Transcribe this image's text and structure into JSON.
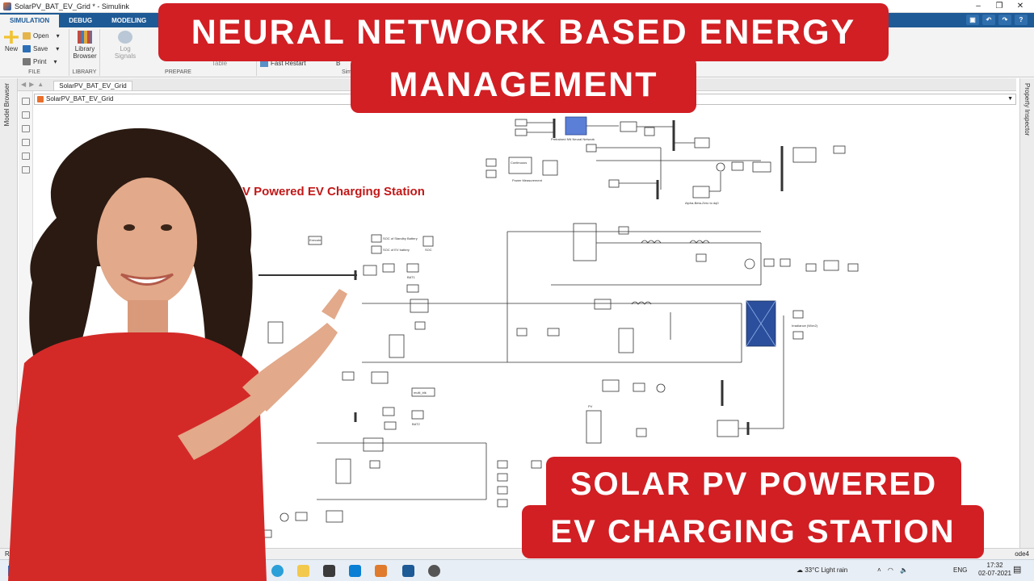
{
  "window": {
    "title": "SolarPV_BAT_EV_Grid * - Simulink"
  },
  "tabs": [
    {
      "label": "SIMULATION",
      "active": true
    },
    {
      "label": "DEBUG",
      "active": false
    },
    {
      "label": "MODELING",
      "active": false
    }
  ],
  "ribbon": {
    "file": {
      "group_label": "FILE",
      "new_label": "New",
      "open_label": "Open",
      "save_label": "Save",
      "print_label": "Print"
    },
    "library": {
      "group_label": "LIBRARY",
      "browser_label": "Library Browser"
    },
    "prepare": {
      "group_label": "PREPARE",
      "log_label": "Log Signals",
      "table_label": "Table"
    },
    "simulate": {
      "fast_restart_label": "Fast Restart",
      "partial_1": "Sim",
      "partial_2": "B"
    }
  },
  "editor": {
    "model_tab": "SolarPV_BAT_EV_Grid",
    "breadcrumb": "SolarPV_BAT_EV_Grid",
    "model_title": "V Powered EV Charging Station",
    "left_panel_label": "Model Browser",
    "right_panel_label": "Property Inspector"
  },
  "diagram_labels": {
    "ann_neural": "Pretrained NN Neural Network",
    "continuous": "Continuous",
    "powergui": "Power Measurement",
    "alpha_beta": "Alpha-Beta-Zero to dq0",
    "soc_battery": "SOC of Standby Battery",
    "soc_ev": "SOC of EV battery",
    "soc": "SOC",
    "bat1": "BAT1",
    "bat2": "BAT2",
    "mult": "multi_blk",
    "irradiance": "Irradiance (W/m2)",
    "pv": "PV",
    "execute": "Execute"
  },
  "status": {
    "left": "Ready",
    "right": "ode4"
  },
  "taskbar": {
    "weather": "33°C  Light rain",
    "language": "ENG",
    "time": "17:32",
    "date": "02-07-2021"
  },
  "overlay": {
    "headline_line1": "NEURAL NETWORK BASED ENERGY",
    "headline_line2": "MANAGEMENT",
    "footer_line1": "SOLAR PV POWERED",
    "footer_line2": "EV CHARGING STATION"
  },
  "colors": {
    "accent_red": "#d11f24",
    "simulink_blue": "#1e5a96",
    "title_red": "#c21818"
  }
}
